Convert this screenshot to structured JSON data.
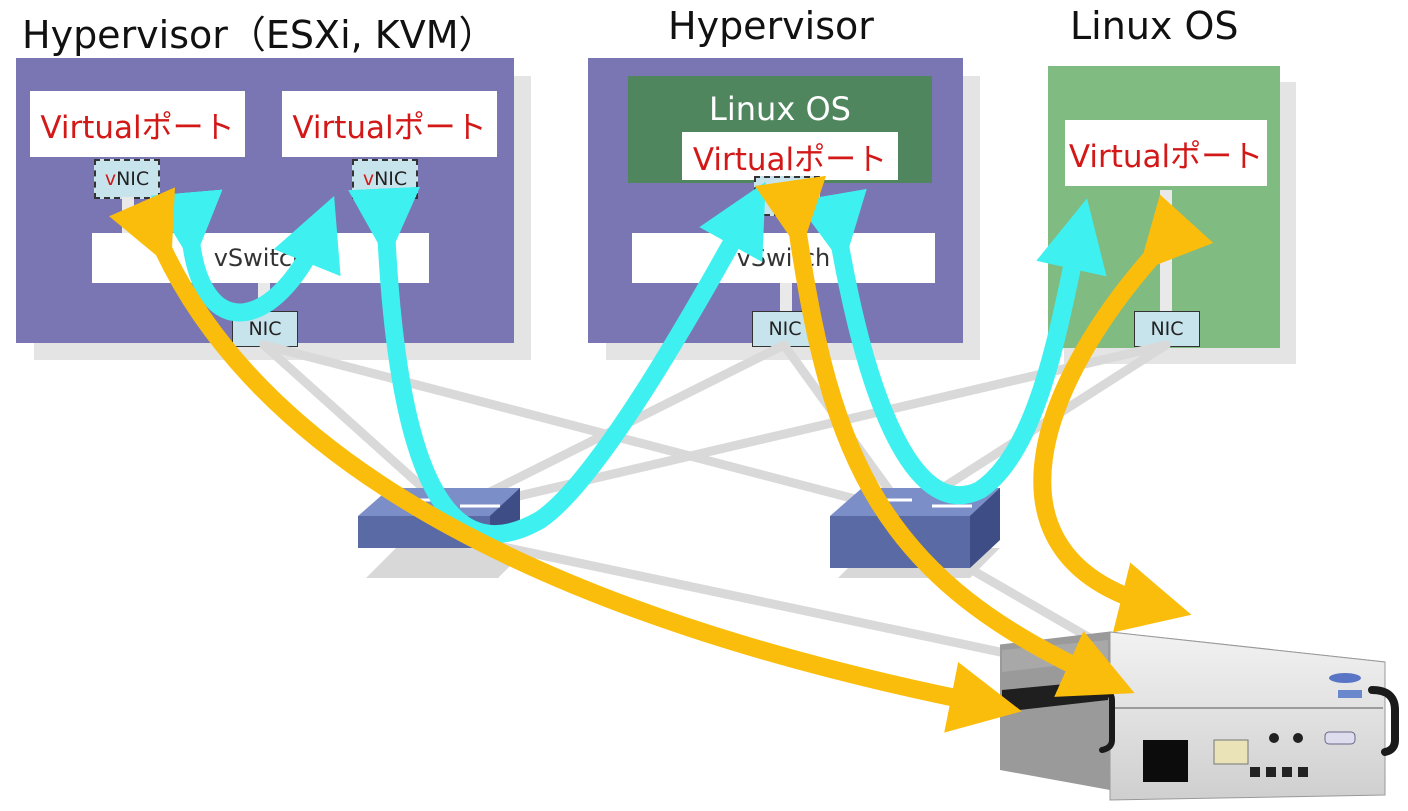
{
  "titles": {
    "hv1": "Hypervisor（ESXi, KVM）",
    "hv2": "Hypervisor",
    "linux": "Linux OS"
  },
  "hv2": {
    "os_label": "Linux OS"
  },
  "labels": {
    "virtual_port": "Virtualポート",
    "vswitch": "vSwitch",
    "vnic_prefix": "v",
    "vnic_suffix": "NIC",
    "nic": "NIC"
  },
  "colors": {
    "hypervisor_box": "#7a76b4",
    "linux_box": "#80bb82",
    "linux_os_inner": "#4f865e",
    "port_text": "#d31818",
    "cyan_path": "#3ff0f0",
    "yellow_path": "#fbbd0c",
    "switch": "#5d6ea8"
  },
  "icons": {
    "network_switch": "network-switch-icon",
    "test_appliance": "network-test-appliance-icon"
  }
}
